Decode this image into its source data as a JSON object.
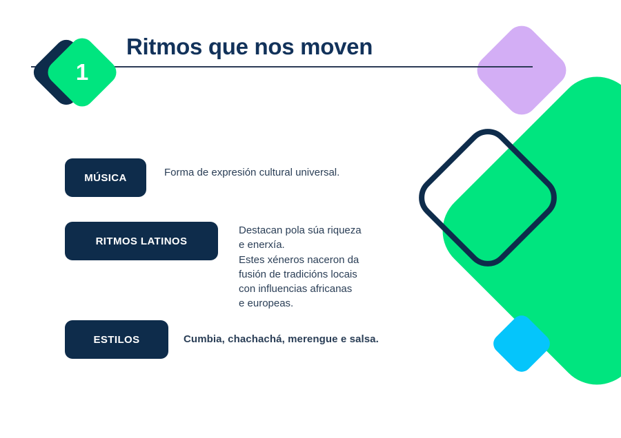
{
  "slide": {
    "number_badge": "1",
    "title": "Ritmos que nos moven"
  },
  "colors": {
    "navy": "#0E2C4B",
    "title_navy": "#12325A",
    "green": "#00E57F",
    "purple": "#D3AEF5",
    "cyan": "#05C5FB",
    "body_text": "#2A3E56",
    "background": "#FFFFFF"
  },
  "rows": [
    {
      "label": "MÚSICA",
      "description": "Forma de expresión cultural universal."
    },
    {
      "label": "RITMOS LATINOS",
      "description": "Destacan pola súa riqueza\ne enerxía.\nEstes xéneros naceron da\nfusión de tradicións locais\ncon influencias africanas\ne europeas."
    },
    {
      "label": "ESTILOS",
      "description": "Cumbia, chachachá, merengue e salsa."
    }
  ],
  "decorations": [
    {
      "name": "green-rounded-diamond-large",
      "color": "#00E57F"
    },
    {
      "name": "purple-rounded-diamond",
      "color": "#D3AEF5"
    },
    {
      "name": "navy-outline-rounded-diamond",
      "color": "#0E2C4B"
    },
    {
      "name": "cyan-rounded-diamond",
      "color": "#05C5FB"
    }
  ]
}
